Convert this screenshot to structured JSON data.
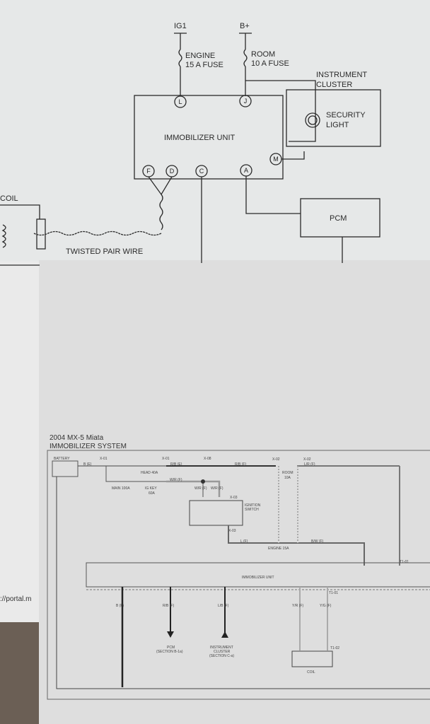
{
  "top_diagram": {
    "power_ig1": "IG1",
    "power_bplus": "B+",
    "fuse_engine": [
      "ENGINE",
      "15 A FUSE"
    ],
    "fuse_room": [
      "ROOM",
      "10 A FUSE"
    ],
    "instrument_cluster": [
      "INSTRUMENT",
      "CLUSTER"
    ],
    "security_light": [
      "SECURITY",
      "LIGHT"
    ],
    "immobilizer_unit": "IMMOBILIZER UNIT",
    "pins": [
      "L",
      "J",
      "M",
      "F",
      "D",
      "C",
      "A"
    ],
    "pcm": "PCM",
    "coil": "COIL",
    "twisted_pair": "TWISTED PAIR WIRE"
  },
  "left_strip": {
    "url_fragment": "://portal.m"
  },
  "bottom_diagram": {
    "title_line1": "2004 MX-5 Miata",
    "title_line2": "IMMOBILIZER SYSTEM",
    "battery": "BATTERY",
    "connectors": [
      "X-01",
      "X-01",
      "X-08",
      "X-02",
      "X-02",
      "X-03",
      "X-03"
    ],
    "wires": {
      "b_e": "B (E)",
      "rb_e": "R/B (E)",
      "rb_f": "R/B (F)",
      "lr_f": "L/R (F)",
      "wr_f": "W/R (F)",
      "wr_f2": "W/R (F)",
      "wr_f3": "W/R (F)",
      "l_f": "L (F)",
      "bw_f": "B/W (F)",
      "b_f": "B (F)",
      "rb_f2": "R/B (F)",
      "lb_f": "L/B (F)",
      "yr_f": "Y/R (F)",
      "yg_f": "Y/G (F)"
    },
    "fuses": {
      "head": "HEAD 40A",
      "main": "MAIN 100A",
      "igkey": [
        "IG KEY",
        "60A"
      ],
      "room": [
        "ROOM",
        "10A"
      ],
      "engine": "ENGINE 15A"
    },
    "ignition_switch": [
      "IGNITION",
      "SWITCH"
    ],
    "immobilizer_unit": "IMMOBILIZER UNIT",
    "terminal_labels": [
      "T1-01",
      "T1-01",
      "T1-02"
    ],
    "pcm_ref": [
      "PCM",
      "(SECTION B-1a)"
    ],
    "cluster_ref": [
      "INSTRUMENT",
      "CLUSTER",
      "(SECTION C-a)"
    ],
    "coil": "COIL"
  }
}
